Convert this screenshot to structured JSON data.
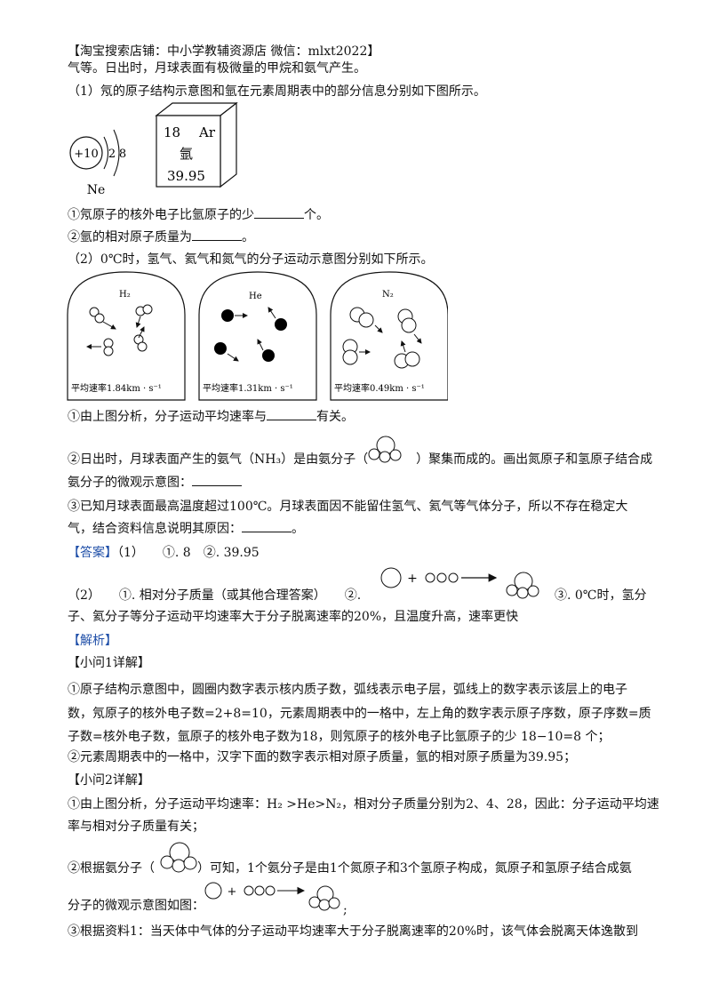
{
  "header": {
    "banner": "【淘宝搜索店铺：中小学教辅资源店 微信：mlxt2022】"
  },
  "body": {
    "intro": "气等。日出时，月球表面有极微量的甲烷和氨气产生。",
    "q1": "（1）氖的原子结构示意图和氩在元素周期表中的部分信息分别如下图所示。",
    "ne_diagram": {
      "nucleus": "+10",
      "shell1": "2",
      "shell2": "8",
      "symbol": "Ne"
    },
    "ar_cell": {
      "number": "18",
      "symbol": "Ar",
      "name": "氩",
      "mass": "39.95"
    },
    "q1_1_a": "①氖原子的核外电子比氩原子的少",
    "q1_1_b": "个。",
    "q1_2_a": "②氩的相对原子质量为",
    "q1_2_b": "。",
    "q2": "（2）0℃时，氢气、氦气和氮气的分子运动示意图分别如下所示。",
    "containers": [
      {
        "label": "H₂",
        "speed": "平均速率1.84km · s⁻¹"
      },
      {
        "label": "He",
        "speed": "平均速率1.31km · s⁻¹"
      },
      {
        "label": "N₂",
        "speed": "平均速率0.49km · s⁻¹"
      }
    ],
    "q2_1_a": "①由上图分析，分子运动平均速率与",
    "q2_1_b": "有关。",
    "q2_2_a": "②日出时，月球表面产生的氨气（NH₃）是由氨分子（",
    "q2_2_b": "）聚集而成的。画出氮原子和氢原子结合成",
    "q2_2_c": "氨分子的微观示意图：",
    "q2_3_a": "③已知月球表面最高温度超过100℃。月球表面因不能留住氢气、氦气等气体分子，所以不存在稳定大",
    "q2_3_b": "气，结合资料信息说明其原因：",
    "q2_3_c": "。"
  },
  "answer": {
    "tag": "【答案】",
    "a1": "（1）　　①. 8　②. 39.95",
    "a2_a": "（2）　　①. 相对分子质量（或其他合理答案）　　②.",
    "a2_b": "③. 0℃时，氢分",
    "a2_c": "子、氦分子等分子运动平均速率大于分子脱离速率的20%，且温度升高，速率更快"
  },
  "analysis": {
    "tag": "【解析】",
    "s1_title": "【小问1详解】",
    "s1_p1_l1": "①原子结构示意图中，圆圈内数字表示核内质子数，弧线表示电子层，弧线上的数字表示该层上的电子",
    "s1_p1_l2": "数，氖原子的核外电子数=2+8=10，元素周期表中的一格中，左上角的数字表示原子序数，原子序数=质",
    "s1_p1_l3": "子数=核外电子数，氩原子的核外电子数为18，则氖原子的核外电子比氩原子的少 18−10=8 个；",
    "s1_p2": "②元素周期表中的一格中，汉字下面的数字表示相对原子质量，氩的相对原子质量为39.95；",
    "s2_title": "【小问2详解】",
    "s2_p1_l1": "①由上图分析，分子运动平均速率：H₂ >He>N₂，相对分子质量分别为2、4、28，因此：分子运动平均速",
    "s2_p1_l2": "率与相对分子质量有关；",
    "s2_p2_a": "②根据氨分子（",
    "s2_p2_b": "）可知，1个氨分子是由1个氮原子和3个氢原子构成，氮原子和氢原子结合成氨",
    "s2_p2_c": "分子的微观示意图如图：",
    "s2_p2_d": ";",
    "s2_p3": "③根据资料1：当天体中气体的分子运动平均速率大于分子脱离速率的20%时，该气体会脱离天体逸散到"
  }
}
